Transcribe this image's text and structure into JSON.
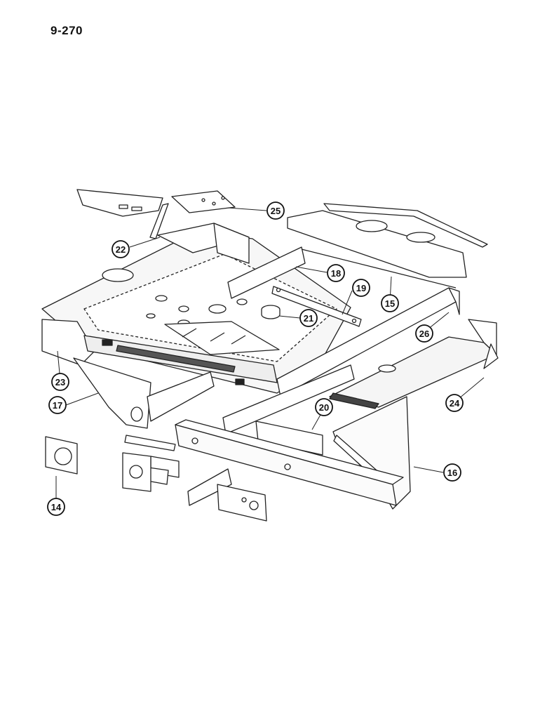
{
  "page_number": "9-270",
  "callouts": [
    {
      "id": "c25",
      "label": "25"
    },
    {
      "id": "c22",
      "label": "22"
    },
    {
      "id": "c18",
      "label": "18"
    },
    {
      "id": "c19",
      "label": "19"
    },
    {
      "id": "c15",
      "label": "15"
    },
    {
      "id": "c21",
      "label": "21"
    },
    {
      "id": "c26",
      "label": "26"
    },
    {
      "id": "c23",
      "label": "23"
    },
    {
      "id": "c17",
      "label": "17"
    },
    {
      "id": "c20",
      "label": "20"
    },
    {
      "id": "c24",
      "label": "24"
    },
    {
      "id": "c16",
      "label": "16"
    },
    {
      "id": "c14",
      "label": "14"
    }
  ]
}
